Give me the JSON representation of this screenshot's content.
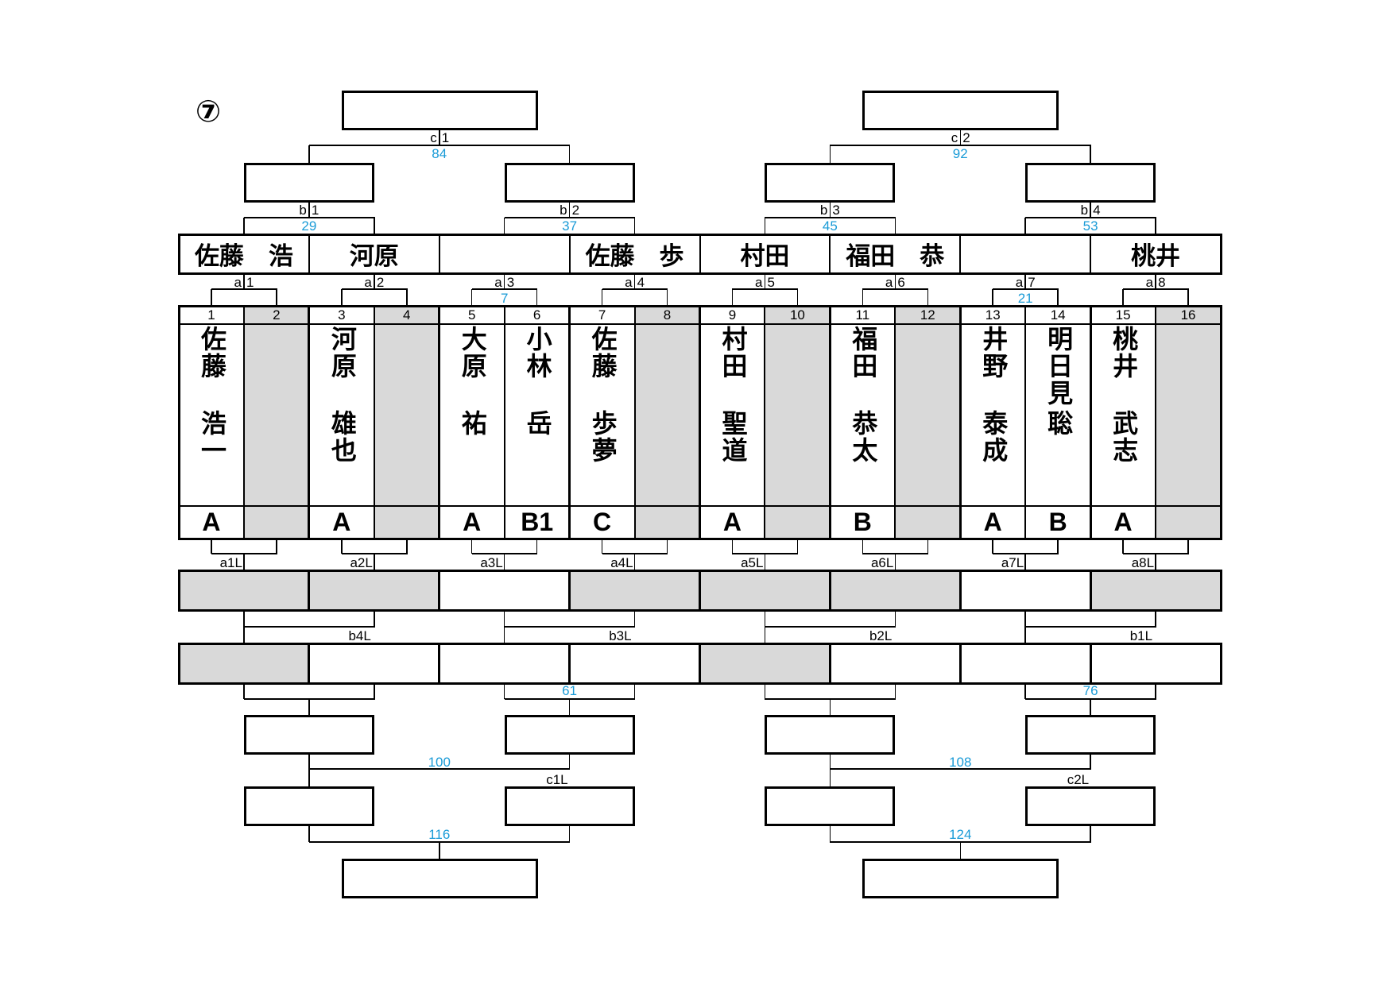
{
  "sheet_mark": "⑦",
  "colors": {
    "match_number": "#1a9bd7",
    "bye_fill": "#d9d9d9"
  },
  "c_matches": [
    {
      "prefix": "c",
      "num": "1",
      "match": "84"
    },
    {
      "prefix": "c",
      "num": "2",
      "match": "92"
    }
  ],
  "b_matches": [
    {
      "prefix": "b",
      "num": "1",
      "match": "29"
    },
    {
      "prefix": "b",
      "num": "2",
      "match": "37"
    },
    {
      "prefix": "b",
      "num": "3",
      "match": "45"
    },
    {
      "prefix": "b",
      "num": "4",
      "match": "53"
    }
  ],
  "a_matches": [
    {
      "prefix": "a",
      "num": "1",
      "match": ""
    },
    {
      "prefix": "a",
      "num": "2",
      "match": ""
    },
    {
      "prefix": "a",
      "num": "3",
      "match": "7"
    },
    {
      "prefix": "a",
      "num": "4",
      "match": ""
    },
    {
      "prefix": "a",
      "num": "5",
      "match": ""
    },
    {
      "prefix": "a",
      "num": "6",
      "match": ""
    },
    {
      "prefix": "a",
      "num": "7",
      "match": "21"
    },
    {
      "prefix": "a",
      "num": "8",
      "match": ""
    }
  ],
  "a_winners": [
    "佐藤　浩",
    "河原",
    "",
    "佐藤　歩",
    "村田",
    "福田　恭",
    "",
    "桃井"
  ],
  "players": [
    {
      "no": "1",
      "family": "佐藤",
      "given": "浩一",
      "grade": "A",
      "bye": false
    },
    {
      "no": "2",
      "family": "",
      "given": "",
      "grade": "",
      "bye": true
    },
    {
      "no": "3",
      "family": "河原",
      "given": "雄也",
      "grade": "A",
      "bye": false
    },
    {
      "no": "4",
      "family": "",
      "given": "",
      "grade": "",
      "bye": true
    },
    {
      "no": "5",
      "family": "大原",
      "given": "祐",
      "grade": "A",
      "bye": false
    },
    {
      "no": "6",
      "family": "小林",
      "given": "岳",
      "grade": "B1",
      "bye": false
    },
    {
      "no": "7",
      "family": "佐藤",
      "given": "歩夢",
      "grade": "C",
      "bye": false
    },
    {
      "no": "8",
      "family": "",
      "given": "",
      "grade": "",
      "bye": true
    },
    {
      "no": "9",
      "family": "村田",
      "given": "聖道",
      "grade": "A",
      "bye": false
    },
    {
      "no": "10",
      "family": "",
      "given": "",
      "grade": "",
      "bye": true
    },
    {
      "no": "11",
      "family": "福田",
      "given": "恭太",
      "grade": "B",
      "bye": false
    },
    {
      "no": "12",
      "family": "",
      "given": "",
      "grade": "",
      "bye": true
    },
    {
      "no": "13",
      "family": "井野",
      "given": "泰成",
      "grade": "A",
      "bye": false
    },
    {
      "no": "14",
      "family": "明日見",
      "given": "聡",
      "grade": "B",
      "bye": false
    },
    {
      "no": "15",
      "family": "桃井",
      "given": "武志",
      "grade": "A",
      "bye": false
    },
    {
      "no": "16",
      "family": "",
      "given": "",
      "grade": "",
      "bye": true
    }
  ],
  "a_losers": [
    {
      "label": "a1L",
      "bye": true
    },
    {
      "label": "a2L",
      "bye": true
    },
    {
      "label": "a3L",
      "bye": false
    },
    {
      "label": "a4L",
      "bye": true
    },
    {
      "label": "a5L",
      "bye": true
    },
    {
      "label": "a6L",
      "bye": true
    },
    {
      "label": "a7L",
      "bye": false
    },
    {
      "label": "a8L",
      "bye": true
    }
  ],
  "b_losers": [
    {
      "label": "b4L"
    },
    {
      "label": "b3L"
    },
    {
      "label": "b2L"
    },
    {
      "label": "b1L"
    }
  ],
  "repechage_row_byes": [
    true,
    false,
    false,
    false,
    true,
    false,
    false,
    false
  ],
  "repechage_matches": [
    "",
    "61",
    "",
    "76"
  ],
  "consolation": [
    {
      "semi_match": "100",
      "c_loser": "c1L",
      "final_match": "116"
    },
    {
      "semi_match": "108",
      "c_loser": "c2L",
      "final_match": "124"
    }
  ]
}
